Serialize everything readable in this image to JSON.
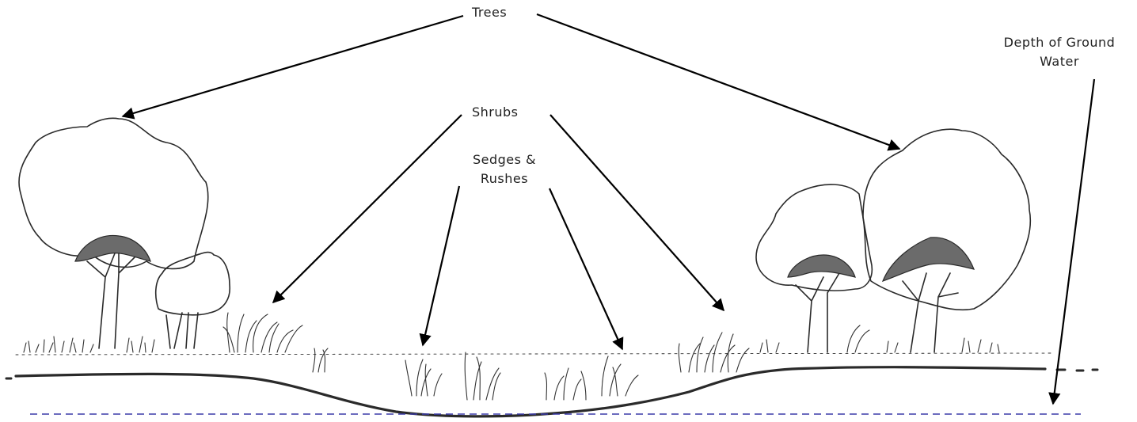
{
  "labels": {
    "trees": "Trees",
    "shrubs": "Shrubs",
    "sedges_line1": "Sedges &",
    "sedges_line2": "Rushes",
    "groundwater_line1": "Depth of Ground",
    "groundwater_line2": "Water"
  },
  "colors": {
    "ink": "#2a2a2a",
    "arrow": "#000000",
    "groundwater_line": "#3a3aa8",
    "hatch": "#6b6b6b"
  }
}
